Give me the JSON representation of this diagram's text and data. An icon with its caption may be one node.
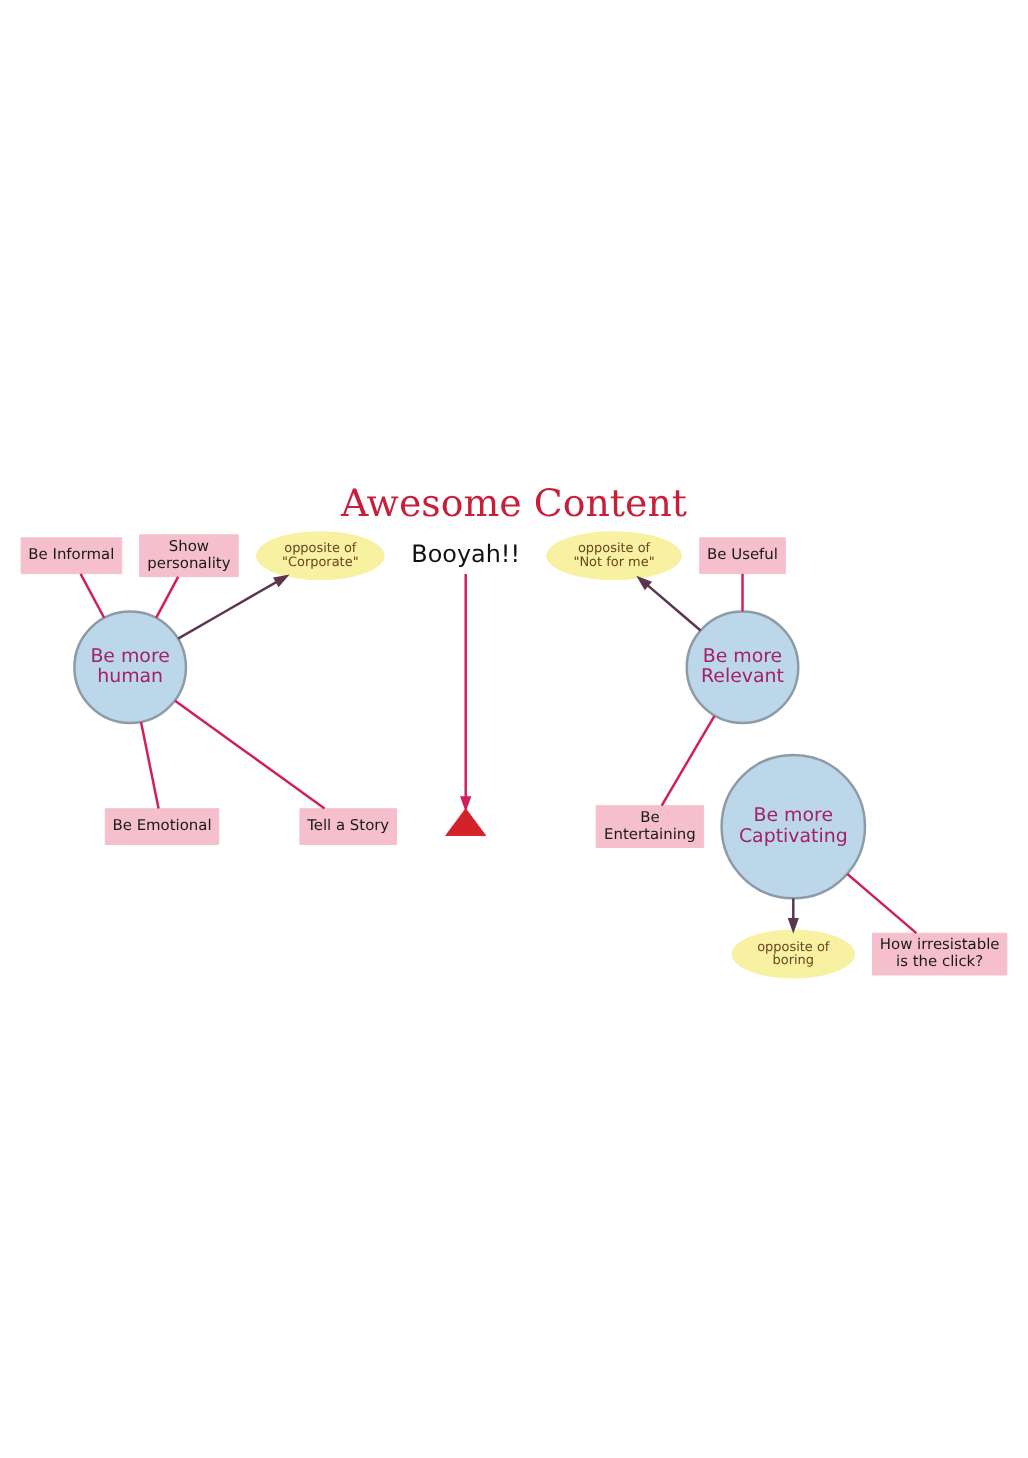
{
  "diagram": {
    "title": "Awesome Content",
    "nodes": [
      {
        "text": [
          "Booyah!!"
        ]
      },
      {
        "text": [
          "Show personality"
        ]
      },
      {
        "text": [
          "opposite of \"Not for me\""
        ]
      },
      {
        "text": [
          "opposite of \"Corporate\""
        ]
      },
      {
        "text": [
          "Be Informal"
        ]
      },
      {
        "text": [
          "Be Useful"
        ]
      },
      {
        "text": [
          "Be more human"
        ]
      },
      {
        "text": [
          "Be more Relevant"
        ]
      },
      {
        "text": [
          "Be Emotional"
        ]
      },
      {
        "text": [],
        "shape": "triangle"
      },
      {
        "text": [
          "Be Entertaining"
        ]
      },
      {
        "text": [
          "Tell a Story"
        ]
      },
      {
        "text": [
          "Be more Captivating"
        ]
      },
      {
        "text": [
          "How irresistable is the click?"
        ]
      },
      {
        "text": [
          "opposite of boring"
        ]
      }
    ],
    "edges": [
      {
        "from": 0,
        "to": 9,
        "arrow": "to"
      },
      {
        "from": 1,
        "to": 6,
        "arrow": "none"
      },
      {
        "from": 4,
        "to": 6,
        "arrow": "none"
      },
      {
        "from": 6,
        "to": 3,
        "arrow": "to",
        "color": "#5c3650"
      },
      {
        "from": 7,
        "to": 2,
        "arrow": "to",
        "color": "#5c3650"
      },
      {
        "from": 5,
        "to": 7,
        "arrow": "none"
      },
      {
        "from": 8,
        "to": 6,
        "arrow": "none"
      },
      {
        "from": 10,
        "to": 7,
        "arrow": "none"
      },
      {
        "from": 11,
        "to": 6,
        "arrow": "none"
      },
      {
        "from": 13,
        "to": 12,
        "arrow": "none"
      },
      {
        "from": 12,
        "to": 14,
        "arrow": "to",
        "color": "#5c3650"
      }
    ]
  }
}
